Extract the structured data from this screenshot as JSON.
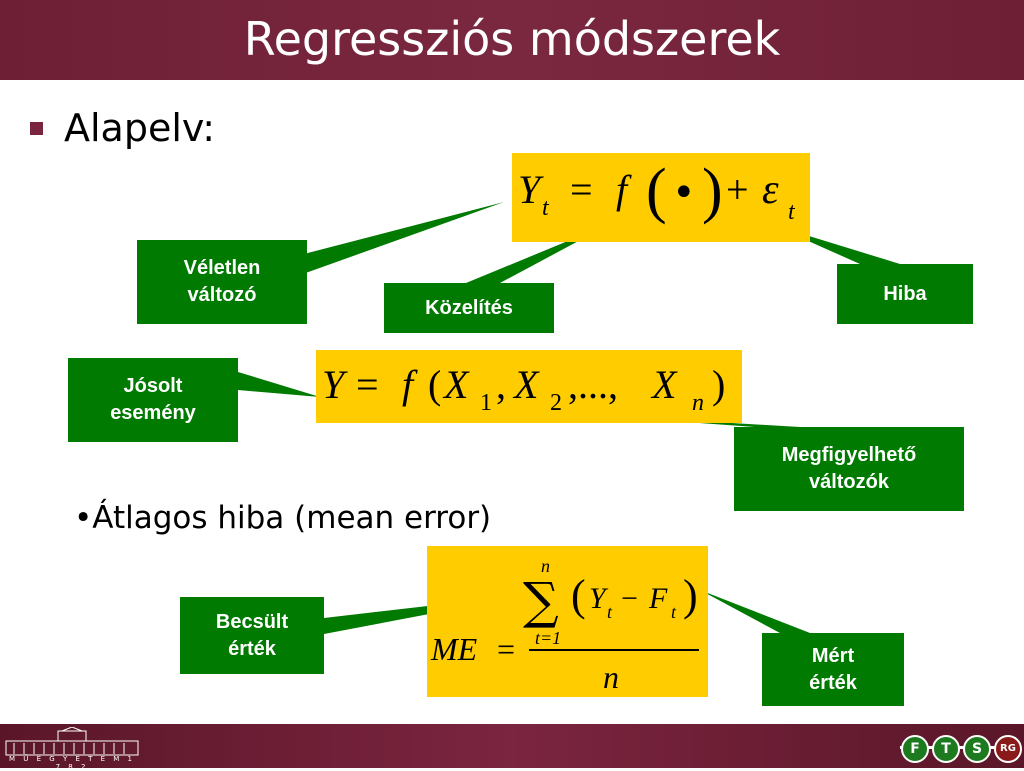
{
  "header": {
    "title": "Regressziós módszerek"
  },
  "bullets": {
    "main": "Alapelv:",
    "sub": "•Átlagos hiba (mean error)"
  },
  "labels": {
    "veletlen": "Véletlen\nváltozó",
    "kozelites": "Közelítés",
    "hiba": "Hiba",
    "josolt": "Jósolt\nesemény",
    "megfigyelheto": "Megfigyelhető\nváltozók",
    "becsult": "Becsült\nérték",
    "mert": "Mért\nérték"
  },
  "formulas": {
    "f1": {
      "Y": "Y",
      "t": "t",
      "eq": "=",
      "f": "f",
      "lp": "(",
      "dot": "•",
      "rp": ")",
      "plus": "+",
      "eps": "ε",
      "t2": "t"
    },
    "f2": {
      "Y": "Y",
      "eq": "=",
      "f": "f",
      "lp": "(",
      "X1": "X",
      "s1": "1",
      "c1": ",",
      "X2": "X",
      "s2": "2",
      "dots": ",...,",
      "Xn": "X",
      "sn": "n",
      "rp": ")"
    },
    "f3": {
      "sum_top": "n",
      "sigma": "∑",
      "sum_bot": "t=1",
      "lp": "(",
      "Y": "Y",
      "t1": "t",
      "minus": "−",
      "F": "F",
      "t2": "t",
      "rp": ")",
      "me": "ME",
      "eq": "=",
      "den": "n"
    }
  },
  "footer": {
    "university": "M Ű E G Y E T E M  1 7 8 2",
    "badges": [
      "F",
      "T",
      "S",
      "RG"
    ]
  },
  "colors": {
    "header": "#7a2840",
    "formula_bg": "#ffcc00",
    "label_bg": "#007a00"
  }
}
